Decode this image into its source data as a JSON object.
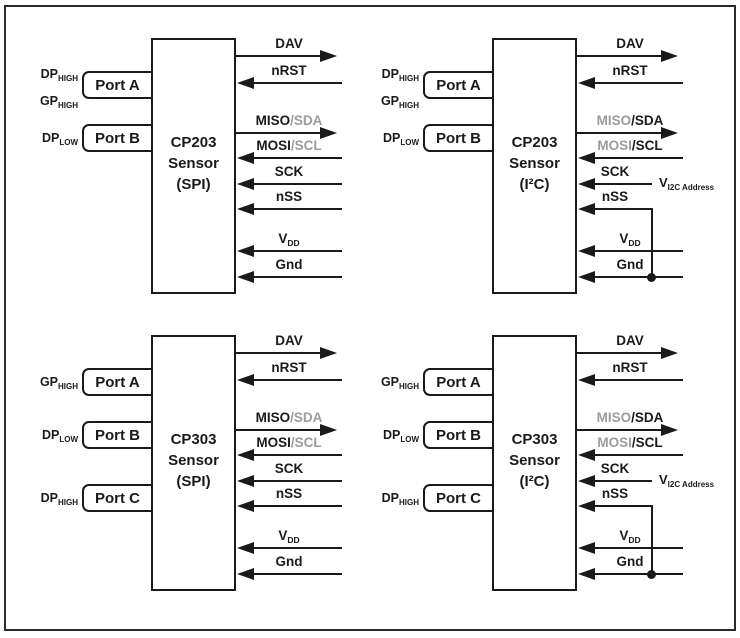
{
  "colors": {
    "ink": "#1a1a1a",
    "muted": "#9c9c9c",
    "frame": "#2b2b2b",
    "background": "#ffffff"
  },
  "annotations": {
    "i2c_address": {
      "base": "V",
      "sub": "I2C Address"
    }
  },
  "blocks": [
    {
      "name": "cp203-spi",
      "title_lines": [
        "CP203",
        "Sensor",
        "(SPI)"
      ],
      "ports": [
        {
          "label": "Port A",
          "pins": [
            {
              "base": "DP",
              "sub": "HIGH"
            },
            {
              "base": "GP",
              "sub": "HIGH"
            }
          ]
        },
        {
          "label": "Port B",
          "pins": [
            {
              "base": "DP",
              "sub": "LOW"
            }
          ]
        }
      ],
      "signals": [
        {
          "name": "DAV",
          "dir": "out",
          "parts": [
            {
              "t": "DAV"
            }
          ]
        },
        {
          "name": "nRST",
          "dir": "in",
          "parts": [
            {
              "t": "nRST"
            }
          ]
        },
        {
          "name": "MISO/SDA",
          "dir": "out",
          "parts": [
            {
              "t": "MISO"
            },
            {
              "t": "/SDA",
              "muted": true
            }
          ]
        },
        {
          "name": "MOSI/SCL",
          "dir": "in",
          "parts": [
            {
              "t": "MOSI"
            },
            {
              "t": "/SCL",
              "muted": true
            }
          ]
        },
        {
          "name": "SCK",
          "dir": "in",
          "parts": [
            {
              "t": "SCK"
            }
          ]
        },
        {
          "name": "nSS",
          "dir": "in",
          "parts": [
            {
              "t": "nSS"
            }
          ]
        },
        {
          "name": "VDD",
          "dir": "in",
          "parts": [
            {
              "t": "V"
            },
            {
              "t": "DD",
              "sub": true
            }
          ]
        },
        {
          "name": "Gnd",
          "dir": "in",
          "parts": [
            {
              "t": "Gnd"
            }
          ]
        }
      ]
    },
    {
      "name": "cp203-i2c",
      "title_lines": [
        "CP203",
        "Sensor",
        "(I²C)"
      ],
      "ports": [
        {
          "label": "Port A",
          "pins": [
            {
              "base": "DP",
              "sub": "HIGH"
            },
            {
              "base": "GP",
              "sub": "HIGH"
            }
          ]
        },
        {
          "label": "Port B",
          "pins": [
            {
              "base": "DP",
              "sub": "LOW"
            }
          ]
        }
      ],
      "signals": [
        {
          "name": "DAV",
          "dir": "out",
          "parts": [
            {
              "t": "DAV"
            }
          ]
        },
        {
          "name": "nRST",
          "dir": "in",
          "parts": [
            {
              "t": "nRST"
            }
          ]
        },
        {
          "name": "MISO/SDA",
          "dir": "out",
          "parts": [
            {
              "t": "MISO",
              "muted": true
            },
            {
              "t": "/SDA"
            }
          ]
        },
        {
          "name": "MOSI/SCL",
          "dir": "in",
          "parts": [
            {
              "t": "MOSI",
              "muted": true
            },
            {
              "t": "/SCL"
            }
          ]
        },
        {
          "name": "SCK",
          "dir": "in",
          "short": true,
          "i2c_address": true,
          "parts": [
            {
              "t": "SCK"
            }
          ]
        },
        {
          "name": "nSS",
          "dir": "in",
          "short": true,
          "tie_to_gnd": true,
          "parts": [
            {
              "t": "nSS"
            }
          ]
        },
        {
          "name": "VDD",
          "dir": "in",
          "parts": [
            {
              "t": "V"
            },
            {
              "t": "DD",
              "sub": true
            }
          ]
        },
        {
          "name": "Gnd",
          "dir": "in",
          "parts": [
            {
              "t": "Gnd"
            }
          ]
        }
      ]
    },
    {
      "name": "cp303-spi",
      "title_lines": [
        "CP303",
        "Sensor",
        "(SPI)"
      ],
      "ports": [
        {
          "label": "Port A",
          "pins": [
            {
              "base": "GP",
              "sub": "HIGH"
            }
          ]
        },
        {
          "label": "Port B",
          "pins": [
            {
              "base": "DP",
              "sub": "LOW"
            }
          ]
        },
        {
          "label": "Port C",
          "pins": [
            {
              "base": "DP",
              "sub": "HIGH"
            }
          ]
        }
      ],
      "signals": [
        {
          "name": "DAV",
          "dir": "out",
          "parts": [
            {
              "t": "DAV"
            }
          ]
        },
        {
          "name": "nRST",
          "dir": "in",
          "parts": [
            {
              "t": "nRST"
            }
          ]
        },
        {
          "name": "MISO/SDA",
          "dir": "out",
          "parts": [
            {
              "t": "MISO"
            },
            {
              "t": "/SDA",
              "muted": true
            }
          ]
        },
        {
          "name": "MOSI/SCL",
          "dir": "in",
          "parts": [
            {
              "t": "MOSI"
            },
            {
              "t": "/SCL",
              "muted": true
            }
          ]
        },
        {
          "name": "SCK",
          "dir": "in",
          "parts": [
            {
              "t": "SCK"
            }
          ]
        },
        {
          "name": "nSS",
          "dir": "in",
          "parts": [
            {
              "t": "nSS"
            }
          ]
        },
        {
          "name": "VDD",
          "dir": "in",
          "parts": [
            {
              "t": "V"
            },
            {
              "t": "DD",
              "sub": true
            }
          ]
        },
        {
          "name": "Gnd",
          "dir": "in",
          "parts": [
            {
              "t": "Gnd"
            }
          ]
        }
      ]
    },
    {
      "name": "cp303-i2c",
      "title_lines": [
        "CP303",
        "Sensor",
        "(I²C)"
      ],
      "ports": [
        {
          "label": "Port A",
          "pins": [
            {
              "base": "GP",
              "sub": "HIGH"
            }
          ]
        },
        {
          "label": "Port B",
          "pins": [
            {
              "base": "DP",
              "sub": "LOW"
            }
          ]
        },
        {
          "label": "Port C",
          "pins": [
            {
              "base": "DP",
              "sub": "HIGH"
            }
          ]
        }
      ],
      "signals": [
        {
          "name": "DAV",
          "dir": "out",
          "parts": [
            {
              "t": "DAV"
            }
          ]
        },
        {
          "name": "nRST",
          "dir": "in",
          "parts": [
            {
              "t": "nRST"
            }
          ]
        },
        {
          "name": "MISO/SDA",
          "dir": "out",
          "parts": [
            {
              "t": "MISO",
              "muted": true
            },
            {
              "t": "/SDA"
            }
          ]
        },
        {
          "name": "MOSI/SCL",
          "dir": "in",
          "parts": [
            {
              "t": "MOSI",
              "muted": true
            },
            {
              "t": "/SCL"
            }
          ]
        },
        {
          "name": "SCK",
          "dir": "in",
          "short": true,
          "i2c_address": true,
          "parts": [
            {
              "t": "SCK"
            }
          ]
        },
        {
          "name": "nSS",
          "dir": "in",
          "short": true,
          "tie_to_gnd": true,
          "parts": [
            {
              "t": "nSS"
            }
          ]
        },
        {
          "name": "VDD",
          "dir": "in",
          "parts": [
            {
              "t": "V"
            },
            {
              "t": "DD",
              "sub": true
            }
          ]
        },
        {
          "name": "Gnd",
          "dir": "in",
          "parts": [
            {
              "t": "Gnd"
            }
          ]
        }
      ]
    }
  ]
}
